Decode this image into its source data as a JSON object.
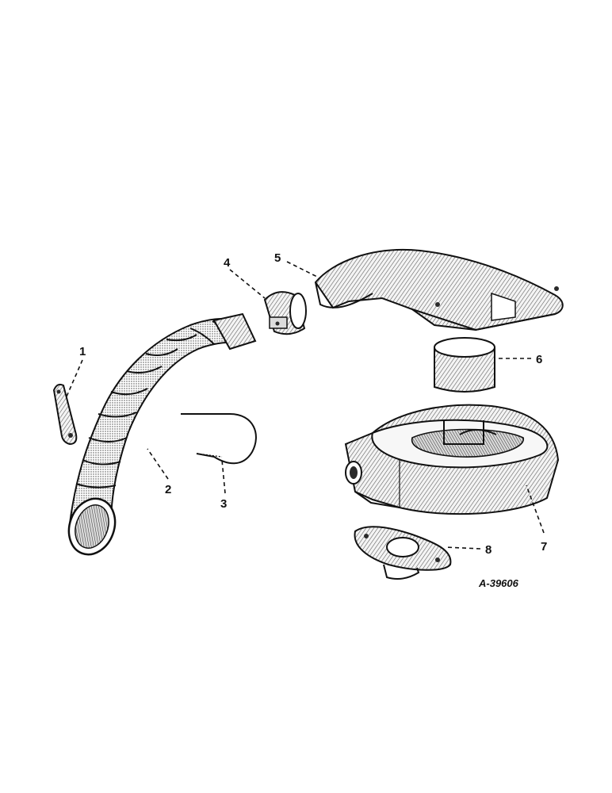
{
  "diagram": {
    "reference_number": "A-39606",
    "callouts": [
      "1",
      "2",
      "3",
      "4",
      "5",
      "6",
      "7",
      "8"
    ]
  }
}
